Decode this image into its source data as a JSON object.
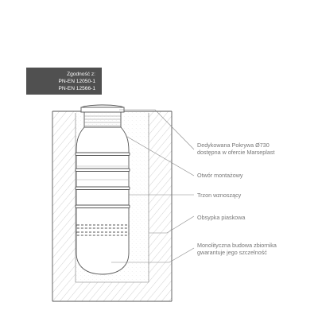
{
  "compliance": {
    "heading": "Zgodność z:",
    "standards": [
      "PN-EN 12050-1",
      "PN-EN 12566-1"
    ]
  },
  "labels": {
    "cover": [
      "Dedykowana Pokrywa Ø730",
      "dostępna w ofercie Marseplast"
    ],
    "mounting_hole": "Otwór montażowy",
    "riser": "Trzon wznoszący",
    "sand_backfill": "Obsypka piaskowa",
    "monolithic": [
      "Monolityczna budowa zbiornika",
      "gwarantuje jego szczelność"
    ]
  },
  "colors": {
    "line": "#555555",
    "hatch": "#b0b0b0",
    "badge_bg": "#505050",
    "label_text": "#777777"
  }
}
